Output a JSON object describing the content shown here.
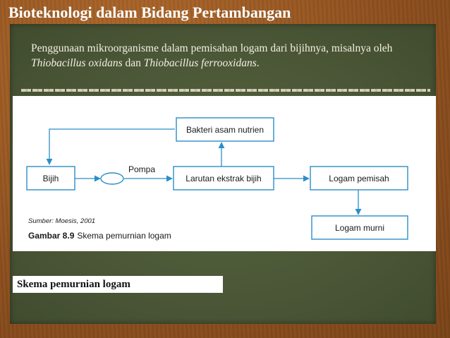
{
  "slide": {
    "title": "Bioteknologi dalam Bidang Pertambangan",
    "subtitle_part1": "Penggunaan mikroorganisme dalam pemisahan logam dari bijihnya, misalnya oleh ",
    "subtitle_italic1": "Thiobacillus oxidans",
    "subtitle_part2": " dan ",
    "subtitle_italic2": "Thiobacillus ferrooxidans",
    "subtitle_part3": ".",
    "caption": "Skema pemurnian logam"
  },
  "diagram": {
    "nodes": {
      "bijih": "Bijih",
      "larutan": "Larutan ekstrak bijih",
      "logam_pemisah": "Logam pemisah",
      "bakteri": "Bakteri asam nutrien",
      "logam_murni": "Logam murni"
    },
    "pump_label": "Pompa",
    "source": "Sumber: Moesis, 2001",
    "figure_label": "Gambar 8.9",
    "figure_title": "Skema pemurnian logam"
  },
  "colors": {
    "accent": "#2c8ec8",
    "board": "#4d5a38",
    "frame": "#9a5a24"
  }
}
